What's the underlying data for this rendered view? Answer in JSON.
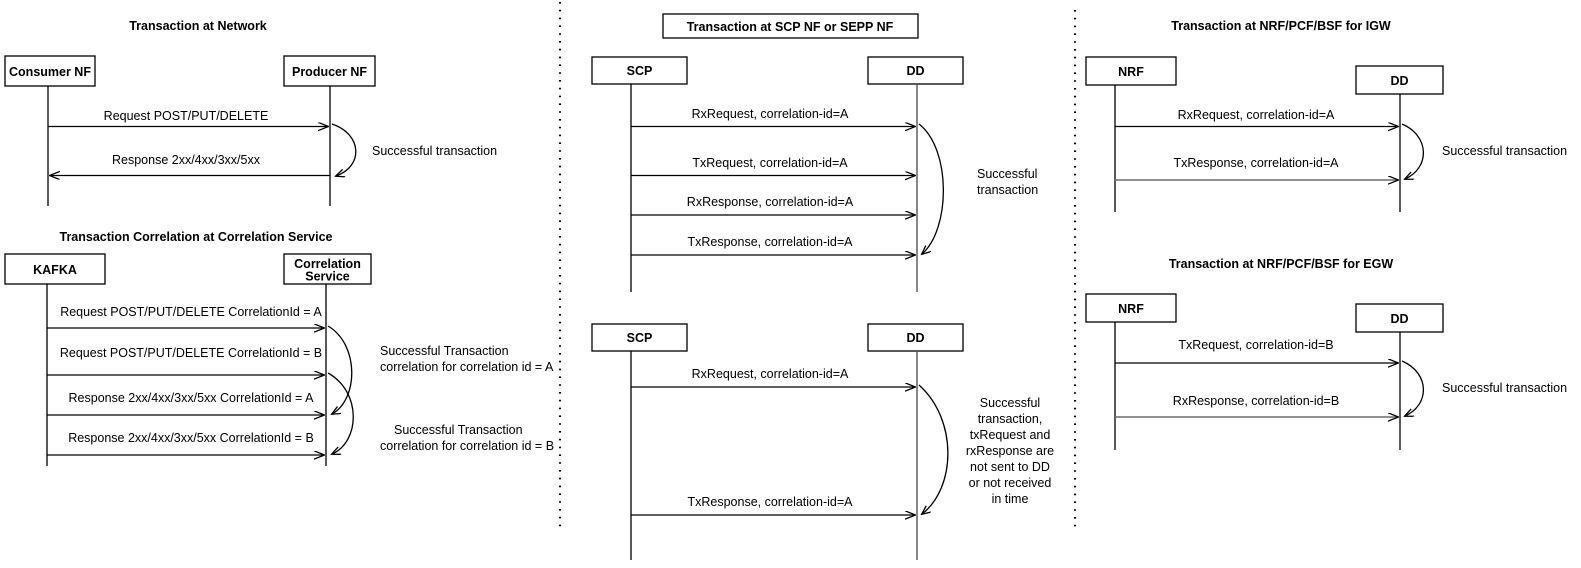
{
  "figure": {
    "kind": "uml-sequence-diagram-set",
    "panels": [
      "left",
      "middle",
      "right"
    ]
  },
  "left": {
    "top": {
      "title": "Transaction at Network",
      "participants": [
        {
          "id": "consumer",
          "label": "Consumer NF"
        },
        {
          "id": "producer",
          "label": "Producer NF"
        }
      ],
      "messages": [
        {
          "label": "Request   POST/PUT/DELETE",
          "from": "consumer",
          "to": "producer",
          "direction": "right"
        },
        {
          "label": "Response 2xx/4xx/3xx/5xx",
          "from": "producer",
          "to": "consumer",
          "direction": "left"
        }
      ],
      "notes": [
        "Successful transaction"
      ]
    },
    "bottom": {
      "title": "Transaction Correlation at Correlation Service",
      "participants": [
        {
          "id": "kafka",
          "label": "KAFKA"
        },
        {
          "id": "correlation",
          "label_line1": "Correlation",
          "label_line2": "Service"
        }
      ],
      "messages": [
        {
          "label": "Request   POST/PUT/DELETE CorrelationId = A",
          "from": "kafka",
          "to": "correlation",
          "direction": "right"
        },
        {
          "label": "Request   POST/PUT/DELETE CorrelationId = B",
          "from": "kafka",
          "to": "correlation",
          "direction": "right"
        },
        {
          "label": "Response 2xx/4xx/3xx/5xx CorrelationId = A",
          "from": "kafka",
          "to": "correlation",
          "direction": "right"
        },
        {
          "label": "Response 2xx/4xx/3xx/5xx CorrelationId = B",
          "from": "kafka",
          "to": "correlation",
          "direction": "right"
        }
      ],
      "notes": [
        {
          "line1": "Successful Transaction",
          "line2": "correlation for correlation id = A"
        },
        {
          "line1": "Successful Transaction",
          "line2": "correlation for correlation id = B"
        }
      ]
    }
  },
  "middle": {
    "top": {
      "title": "Transaction at SCP NF or SEPP NF",
      "title_boxed": true,
      "participants": [
        {
          "id": "scp",
          "label": "SCP"
        },
        {
          "id": "dd",
          "label": "DD"
        }
      ],
      "messages": [
        {
          "label": "RxRequest, correlation-id=A",
          "from": "scp",
          "to": "dd",
          "direction": "right"
        },
        {
          "label": "TxRequest, correlation-id=A",
          "from": "scp",
          "to": "dd",
          "direction": "right"
        },
        {
          "label": "RxResponse, correlation-id=A",
          "from": "scp",
          "to": "dd",
          "direction": "right"
        },
        {
          "label": "TxResponse, correlation-id=A",
          "from": "scp",
          "to": "dd",
          "direction": "right"
        }
      ],
      "note": {
        "line1": "Successful",
        "line2": "transaction"
      }
    },
    "bottom": {
      "participants": [
        {
          "id": "scp",
          "label": "SCP"
        },
        {
          "id": "dd",
          "label": "DD"
        }
      ],
      "messages": [
        {
          "label": "RxRequest, correlation-id=A",
          "from": "scp",
          "to": "dd",
          "direction": "right"
        },
        {
          "label": "TxResponse, correlation-id=A",
          "from": "scp",
          "to": "dd",
          "direction": "right"
        }
      ],
      "note": {
        "line1": "Successful",
        "line2": "transaction,",
        "line3": "txRequest and",
        "line4": "rxResponse are",
        "line5": "not sent to DD",
        "line6": "or not received",
        "line7": "in time"
      }
    }
  },
  "right": {
    "top": {
      "title": "Transaction at NRF/PCF/BSF for IGW",
      "participants": [
        {
          "id": "nrf",
          "label": "NRF"
        },
        {
          "id": "dd",
          "label": "DD"
        }
      ],
      "messages": [
        {
          "label": "RxRequest, correlation-id=A",
          "from": "nrf",
          "to": "dd",
          "direction": "right"
        },
        {
          "label": "TxResponse, correlation-id=A",
          "from": "nrf",
          "to": "dd",
          "direction": "right"
        }
      ],
      "note": "Successful transaction"
    },
    "bottom": {
      "title": "Transaction at NRF/PCF/BSF for EGW",
      "participants": [
        {
          "id": "nrf",
          "label": "NRF"
        },
        {
          "id": "dd",
          "label": "DD"
        }
      ],
      "messages": [
        {
          "label": "TxRequest, correlation-id=B",
          "from": "nrf",
          "to": "dd",
          "direction": "right"
        },
        {
          "label": "RxResponse, correlation-id=B",
          "from": "nrf",
          "to": "dd",
          "direction": "right"
        }
      ],
      "note": "Successful transaction"
    }
  },
  "colors": {
    "stroke": "#000000",
    "background": "#ffffff",
    "gray_arrow": "#6a6a6a"
  }
}
